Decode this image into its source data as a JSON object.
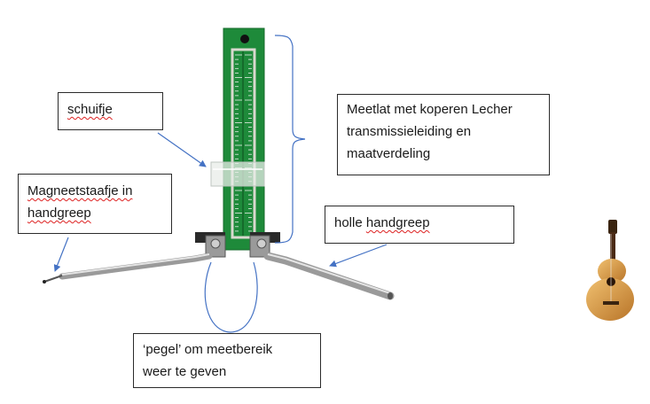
{
  "colors": {
    "pcb": "#1e8a3a",
    "pcb_dark": "#156b2b",
    "copper": "#d9d9cf",
    "rod": "#9a9a9a",
    "rod_light": "#d0d0d0",
    "arrow": "#4472c4",
    "box_border": "#2b2b2b",
    "spellcheck": "#d22222",
    "guitar_body": "#d79a44",
    "guitar_neck": "#4a2a14"
  },
  "labels": {
    "slider_label": {
      "parts": [
        "schuifje"
      ],
      "spell": [
        true
      ]
    },
    "ruler_label": {
      "lines": [
        "Meetlat met koperen Lecher",
        "transmissieleiding en",
        "maatverdeling"
      ]
    },
    "magnet_label": {
      "lines": [
        "Magneetstaafje in",
        "handgreep"
      ],
      "spell": [
        true,
        true
      ]
    },
    "handle_label": {
      "text_plain": "holle ",
      "text_spell": "handgreep"
    },
    "loop_label": {
      "lines": [
        "‘pegel’ om meetbereik",
        "weer te geven"
      ]
    }
  },
  "icons": [
    "ruler-pcb",
    "slider-clip",
    "handle-rod-left",
    "handle-rod-right",
    "measure-loop",
    "guitar-icon",
    "brace"
  ]
}
